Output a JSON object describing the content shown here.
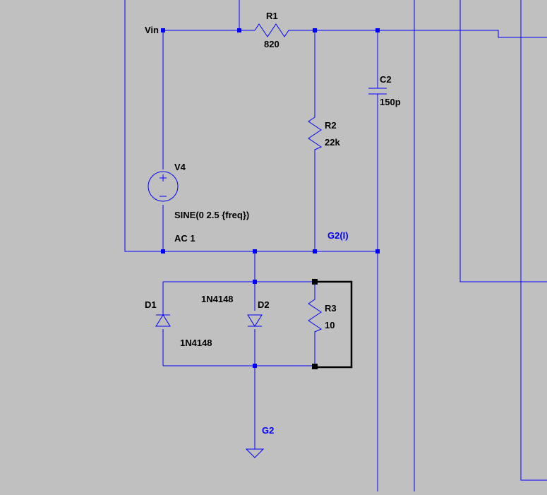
{
  "nets": {
    "vin": "Vin",
    "g2i": "G2(I)",
    "g2": "G2"
  },
  "components": {
    "r1": {
      "ref": "R1",
      "value": "820"
    },
    "r2": {
      "ref": "R2",
      "value": "22k"
    },
    "r3": {
      "ref": "R3",
      "value": "10"
    },
    "c2": {
      "ref": "C2",
      "value": "150p"
    },
    "v4": {
      "ref": "V4",
      "source": "SINE(0 2.5 {freq})",
      "ac": "AC 1"
    },
    "d1": {
      "ref": "D1",
      "model": "1N4148"
    },
    "d2": {
      "ref": "D2",
      "model": "1N4148"
    }
  },
  "colors": {
    "background": "#c0c0c0",
    "wire": "#0000ff",
    "component_text": "#000000",
    "net_label": "#0000ff",
    "short_wire": "#000000"
  }
}
